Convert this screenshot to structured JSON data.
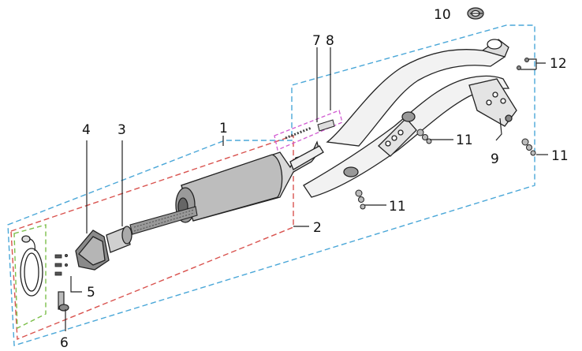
{
  "callouts": {
    "c1": "1",
    "c2": "2",
    "c3": "3",
    "c4": "4",
    "c5": "5",
    "c6": "6",
    "c7": "7",
    "c8": "8",
    "c9": "9",
    "c10": "10",
    "c11a": "11",
    "c11b": "11",
    "c11c": "11",
    "c12": "12"
  },
  "colors": {
    "outline_blue": "#4aa7d8",
    "outline_red": "#d9534f",
    "outline_green": "#7cbf4a",
    "outline_magenta": "#d15ad1",
    "part_stroke": "#222222",
    "part_fill": "#eeeeee",
    "part_shade": "#bbbbbb"
  }
}
